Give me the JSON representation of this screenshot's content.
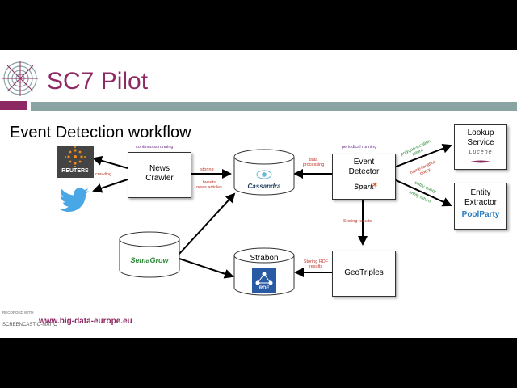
{
  "slide": {
    "title": "SC7 Pilot",
    "subtitle": "Event Detection workflow",
    "footer_url": "www.big-data-europe.eu",
    "recorder_label": "RECORDED WITH",
    "recorder_name": "SCREENCAST-O-MATIC"
  },
  "colors": {
    "accent": "#8e2a63",
    "bar": "#8aa4a3",
    "label_red": "#c0392b",
    "label_purple": "#6a2a8a",
    "label_green": "#2e8b3a"
  },
  "nodes": {
    "reuters": "REUTERS",
    "news_crawler": [
      "News",
      "Crawler"
    ],
    "cassandra": "Cassandra",
    "event_detector": [
      "Event",
      "Detector"
    ],
    "spark_logo": "Spark",
    "lookup_service": [
      "Lookup",
      "Service"
    ],
    "lucene_logo": "Lucene",
    "entity_extractor": [
      "Entity",
      "Extractor"
    ],
    "poolparty_logo": "PoolParty",
    "semagrow": "SemaGrow",
    "strabon": "Strabon",
    "rdf_logo": "RDF",
    "geotriples": "GeoTriples"
  },
  "labels": {
    "continuous_running": "continuous running",
    "crawling": "crawling",
    "storing": "storing",
    "tweets_news_articles": [
      "tweets",
      "news articles"
    ],
    "data_processing": [
      "data",
      "processing"
    ],
    "periodical_running": "periodical running",
    "polygon_location_return": [
      "polygon-location",
      "return"
    ],
    "name_location_query": [
      "name-location",
      "query"
    ],
    "entity_query": "entity query",
    "entity_return": "entity return",
    "storing_results": "Storing results",
    "storing_rdf_results": [
      "Storing RDF",
      "results"
    ]
  }
}
